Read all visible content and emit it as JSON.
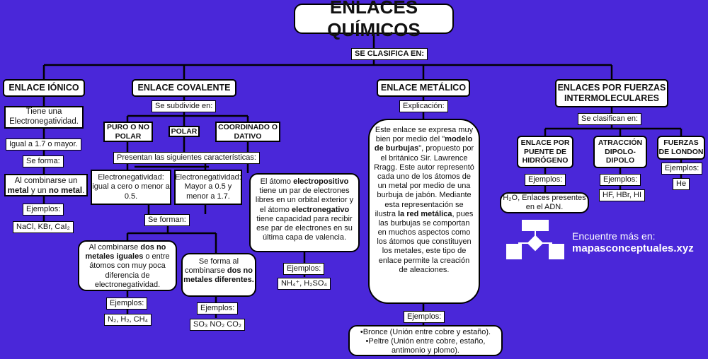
{
  "title": "ENLACES QUÍMICOS",
  "clasifica": "SE CLASIFICA EN:",
  "ionico": {
    "title": "ENLACE IÓNICO",
    "desc": "Tiene una Electronegatividad.",
    "value": "Igual a 1.7 o mayor.",
    "se_forma": "Se forma:",
    "forma_pre": "Al combinarse un ",
    "forma_metal": "metal",
    "forma_mid": " y un ",
    "forma_nometal": "no metal",
    "forma_end": ".",
    "ejemplos_label": "Ejemplos:",
    "ejemplos": "NaCl, KBr, CaI₂"
  },
  "covalente": {
    "title": "ENLACE COVALENTE",
    "subdivide": "Se subdivide en:",
    "puro": "PURO O NO POLAR",
    "polar": "POLAR",
    "coordinado": "COORDINADO O DATIVO",
    "caracteristicas": "Presentan las siguientes características:",
    "electro_1": "Electronegatividad: igual a cero o menor a 0.5.",
    "electro_2": "Electronegatividad: Mayor a 0.5 y menor a 1.7.",
    "se_forman": "Se forman:",
    "forman_1_pre": "Al combinarse ",
    "forman_1_bold": "dos no metales iguales",
    "forman_1_post": " o entre átomos con muy poca diferencia de electronegatividad.",
    "forman_2_pre": "Se forma al combinarse ",
    "forman_2_bold": "dos no metales diferentes.",
    "ejemplos_label": "Ejemplos:",
    "ejemplos_1": "N₂, H₂, CH₄",
    "ejemplos_2": "SO₃ NO₂ CO₂",
    "dativo_a": "El átomo ",
    "dativo_b": "electropositivo",
    "dativo_c": " tiene un par de electrones libres en un orbital exterior y el átomo ",
    "dativo_d": "electronegativo",
    "dativo_e": " tiene capacidad para recibir ese par de electrones en su última capa de valencia.",
    "ejemplos_3": "NH₄⁺, H₂SO₄"
  },
  "metalico": {
    "title": "ENLACE METÁLICO",
    "explicacion": "Explicación:",
    "text_a": "Este enlace se expresa muy bien por medio del \"",
    "text_b": "modelo de burbujas",
    "text_c": "\", propuesto por el británico Sir. Lawrence Rragg. Este autor representó cada uno de los átomos de un metal por medio de una burbuja de jabón. Mediante esta representación se ilustra ",
    "text_d": "la red metálica",
    "text_e": ", pues las burbujas se comportan en muchos aspectos como los átomos que constituyen los metales, este tipo de enlace permite la creación de aleaciones.",
    "ejemplos_label": "Ejemplos:",
    "ejemplo_1": "•Bronce (Unión entre cobre y estaño).",
    "ejemplo_2": "•Peltre (Unión entre cobre, estaño, antimonio y plomo)."
  },
  "fuerzas": {
    "title": "ENLACES POR FUERZAS INTERMOLECULARES",
    "clasifican": "Se clasifican en:",
    "puente": "ENLACE POR PUENTE DE HIDRÓGENO",
    "dipolo": "ATRACCIÓN DIPOLO-DIPOLO",
    "london": "FUERZAS DE LONDON",
    "ejemplos_label": "Ejemplos:",
    "ej_puente": "H₂O, Enlaces presentes en el ADN.",
    "ej_dipolo": "HF, HBr, HI",
    "ej_london": "He"
  },
  "footer": {
    "line1": "Encuentre más en:",
    "line2": "mapasconceptuales.xyz"
  }
}
